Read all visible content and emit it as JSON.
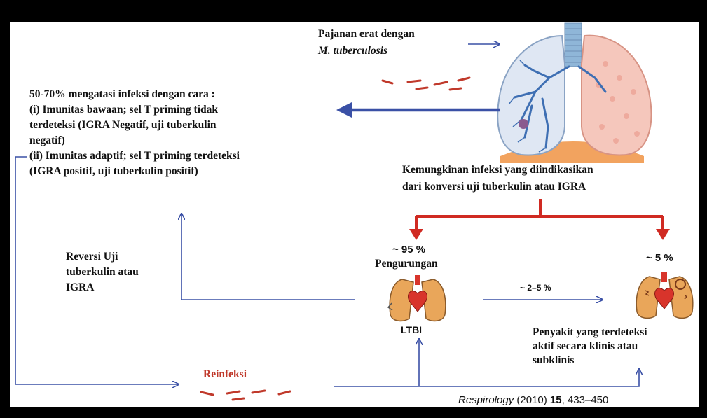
{
  "exposure": {
    "line1": "Pajanan erat dengan",
    "line2": "M. tuberculosis"
  },
  "outcomes": {
    "line1": "50-70% mengatasi infeksi dengan cara :",
    "line2": "(i) Imunitas bawaan; sel T priming tidak",
    "line3": "terdeteksi (IGRA Negatif, uji tuberkulin",
    "line4": "negatif)",
    "line5": "(ii) Imunitas adaptif; sel T priming terdeteksi",
    "line6": "(IGRA positif, uji tuberkulin positif)"
  },
  "infection": {
    "line1": "Kemungkinan infeksi yang diindikasikan",
    "line2": "dari konversi uji tuberkulin atau IGRA"
  },
  "containment": {
    "percent": "~ 95 %",
    "label": "Pengurungan",
    "tag": "LTBI"
  },
  "progression": {
    "percent": "~ 2–5 %"
  },
  "active": {
    "percent": "~ 5 %",
    "line1": "Penyakit yang terdeteksi",
    "line2": "aktif secara klinis atau",
    "line3": "subklinis"
  },
  "reversion": {
    "line1": "Reversi Uji",
    "line2": "tuberkulin atau",
    "line3": "IGRA"
  },
  "reinfection": {
    "label": "Reinfeksi"
  },
  "citation": {
    "journal": "Respirology",
    "year": "(2010)",
    "volume": "15",
    "pages": ", 433–450"
  },
  "colors": {
    "blue_arrow": "#3a50a6",
    "red_arrow": "#d02a22",
    "lung_tan": "#e9a65a",
    "heart_red": "#d8342b",
    "bacilli": "#c0392b"
  }
}
